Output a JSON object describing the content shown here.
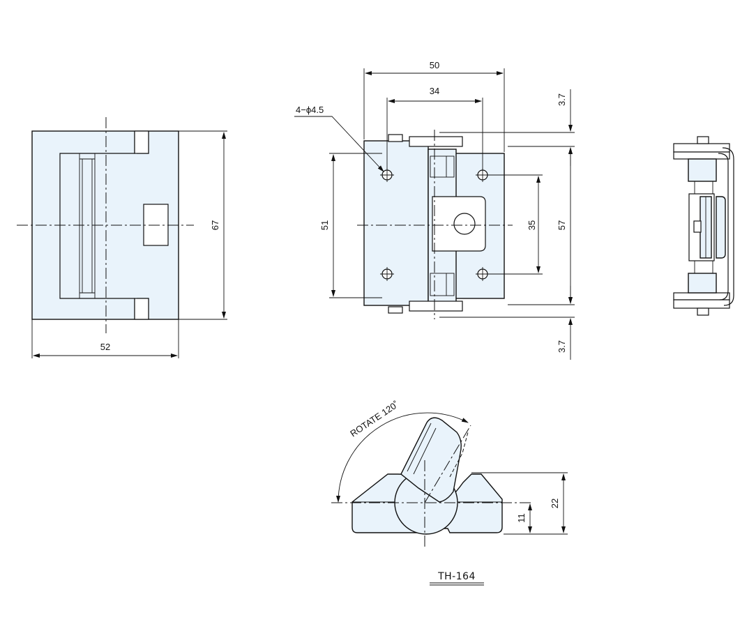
{
  "drawing": {
    "model": "TH-164",
    "front_view": {
      "width_label": "52",
      "height_label": "67"
    },
    "side_view": {
      "overall_width_label": "50",
      "hole_spacing_label": "34",
      "hole_callout": "4−ϕ4.5",
      "hole_vertical_spacing_left": "51",
      "hole_vertical_spacing_right": "35",
      "plate_height_label": "57",
      "top_offset_label": "3.7",
      "bottom_offset_label": "3.7"
    },
    "rotation_view": {
      "rotate_label": "ROTATE 120˚",
      "height_label": "22",
      "axis_height_label": "11"
    }
  }
}
